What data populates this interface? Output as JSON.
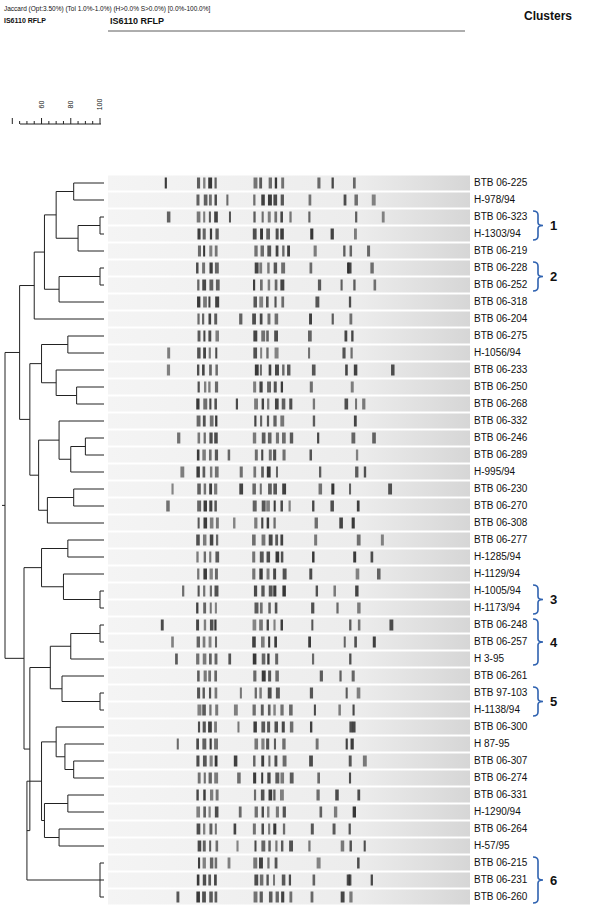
{
  "diagram": {
    "labels": [
      "Jaccard (Opt:3.50%) (Tol 1.0%-1.0%) (H>0.0% S>0.0%) [0.0%-100.0%]",
      "IS6110 RFLP",
      "IS6110 RFLP",
      "Clusters",
      "60",
      "80",
      "100",
      "BTB 06-225",
      "H-978/94",
      "BTB 06-323",
      "H-1303/94",
      "BTB 06-219",
      "BTB 06-228",
      "BTB 06-252",
      "BTB 06-318",
      "BTB 06-204",
      "BTB 06-275",
      "H-1056/94",
      "BTB 06-233",
      "BTB 06-250",
      "BTB 06-268",
      "BTB 06-332",
      "BTB 06-246",
      "BTB 06-289",
      "H-995/94",
      "BTB 06-230",
      "BTB 06-270",
      "BTB 06-308",
      "BTB 06-277",
      "H-1285/94",
      "H-1129/94",
      "H-1005/94",
      "H-1173/94",
      "BTB 06-248",
      "BTB 06-257",
      "H 3-95",
      "BTB 06-261",
      "BTB 97-103",
      "H-1138/94",
      "BTB 06-300",
      "H 87-95",
      "BTB 06-307",
      "BTB 06-274",
      "BTB 06-331",
      "H-1290/94",
      "BTB 06-264",
      "H-57/95",
      "BTB 06-215",
      "BTB 06-231",
      "BTB 06-260",
      "1",
      "2",
      "3",
      "4",
      "5",
      "6"
    ]
  }
}
